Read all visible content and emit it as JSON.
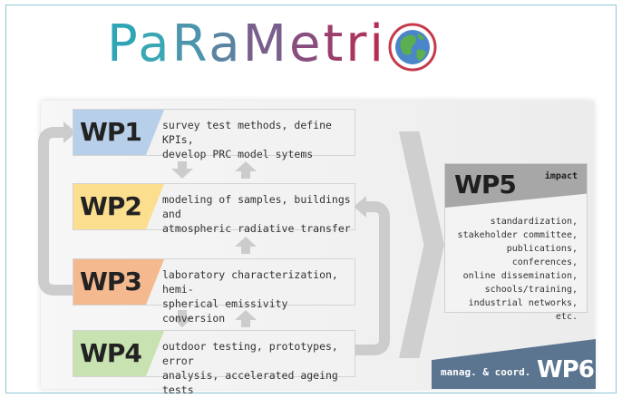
{
  "logo": {
    "letters": [
      {
        "ch": "P",
        "color": "#2fa6b6"
      },
      {
        "ch": "a",
        "color": "#3aa7b4"
      },
      {
        "ch": "R",
        "color": "#4c95ac"
      },
      {
        "ch": "a",
        "color": "#5b84a3"
      },
      {
        "ch": "M",
        "color": "#7a5f8c"
      },
      {
        "ch": "e",
        "color": "#8a4e7e"
      },
      {
        "ch": "t",
        "color": "#9a3f6c"
      },
      {
        "ch": "r",
        "color": "#a8365f"
      },
      {
        "ch": "i",
        "color": "#b52d52"
      }
    ],
    "icon": "globe-icon"
  },
  "work_packages": [
    {
      "id": "WP1",
      "color": "#b7cfe8",
      "description": "survey test methods, define KPIs,\ndevelop PRC model sytems"
    },
    {
      "id": "WP2",
      "color": "#fbdf8f",
      "description": "modeling of samples, buildings and\natmospheric radiative transfer"
    },
    {
      "id": "WP3",
      "color": "#f4b98f",
      "description": "laboratory characterization, hemi-\nspherical emissivity conversion"
    },
    {
      "id": "WP4",
      "color": "#c8e3b1",
      "description": "outdoor testing, prototypes, error\nanalysis, accelerated ageing tests"
    }
  ],
  "wp5": {
    "id": "WP5",
    "tag": "impact",
    "items": [
      "standardization,",
      "stakeholder committee,",
      "publications, conferences,",
      "online dissemination,",
      "schools/training,",
      "industrial networks, etc."
    ]
  },
  "wp6": {
    "id": "WP6",
    "subtitle": "manag. & coord."
  },
  "colors": {
    "arrow": "#cccccc",
    "wp6": "#5b7590",
    "wp5_head": "#a7a7a7"
  }
}
